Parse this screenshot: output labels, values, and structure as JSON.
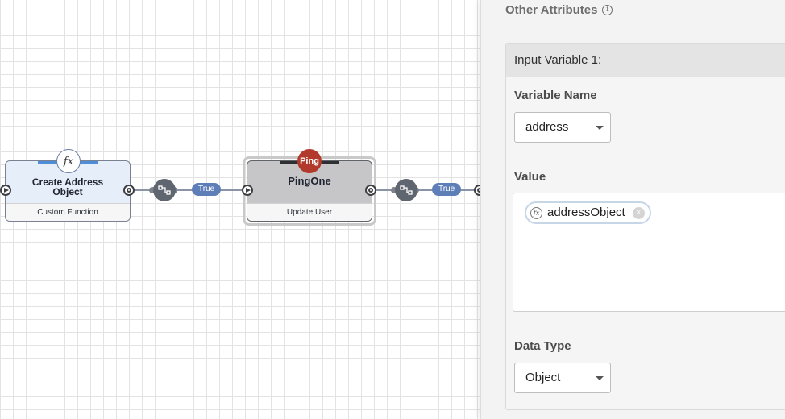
{
  "canvas": {
    "nodes": [
      {
        "title_line1": "Create Address",
        "title_line2": "Object",
        "subtitle": "Custom Function",
        "icon": "fx-function-icon",
        "icon_text": "fx"
      },
      {
        "title_line1": "PingOne",
        "subtitle": "Update User",
        "icon": "ping-logo",
        "badge_text": "Ping"
      }
    ],
    "edges": [
      {
        "label": "True"
      },
      {
        "label": "True"
      }
    ]
  },
  "panel": {
    "title": "Other Attributes",
    "info_icon": "info-icon",
    "info_text": "i",
    "input_variable": {
      "header": "Input Variable 1:",
      "variable_name_label": "Variable Name",
      "variable_name_value": "address",
      "value_label": "Value",
      "value_chip": {
        "icon": "fx-function-icon",
        "icon_text": "fx",
        "text": "addressObject",
        "remove_icon": "close-circle-icon",
        "remove_text": "×"
      },
      "data_type_label": "Data Type",
      "data_type_value": "Object"
    }
  },
  "colors": {
    "edge_pill": "#5e7eb8",
    "ping_badge": "#b23a2c",
    "function_node_fill": "#e6eef9",
    "pingone_node_fill": "#c6c6c9",
    "connector": "#606670"
  }
}
